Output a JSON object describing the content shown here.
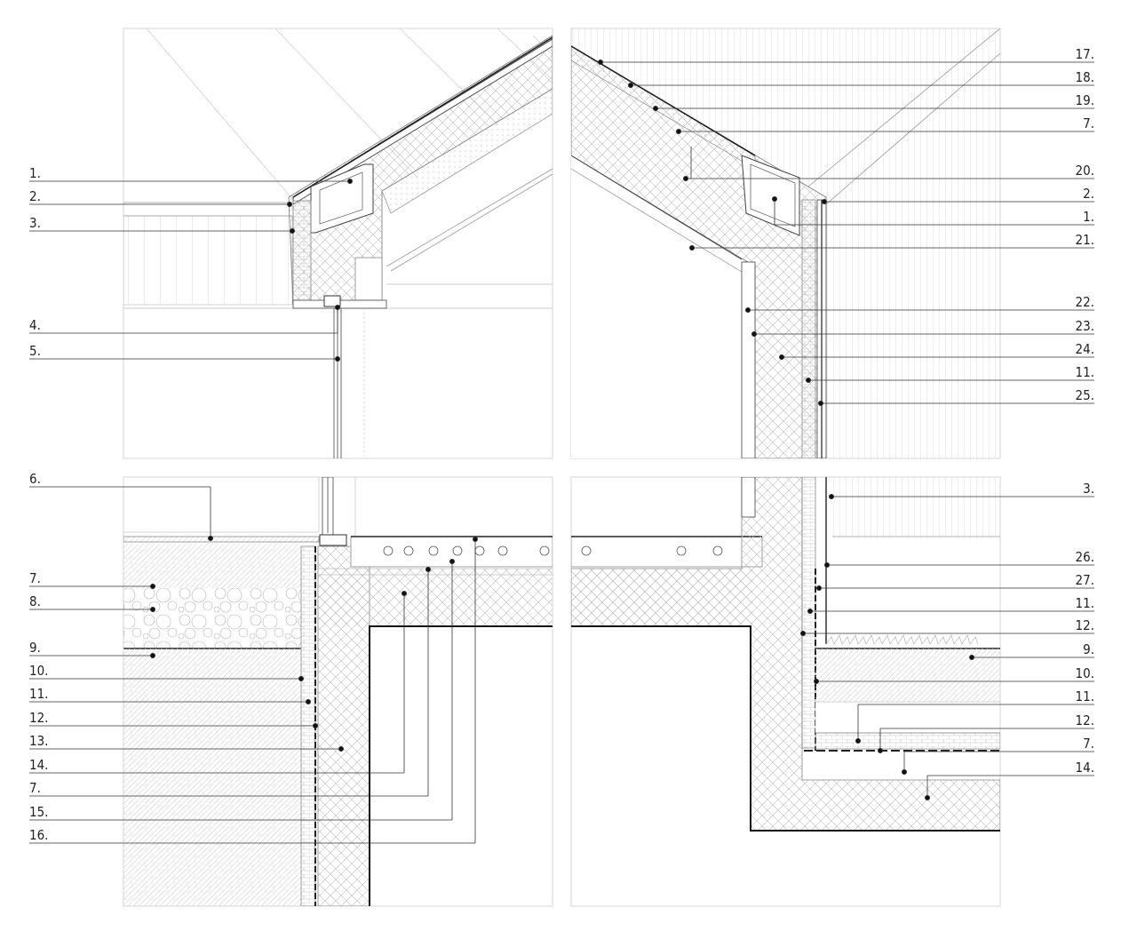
{
  "left_labels": [
    "1.",
    "2.",
    "3.",
    "4.",
    "5.",
    "6.",
    "7.",
    "8.",
    "9.",
    "10.",
    "11.",
    "12.",
    "13.",
    "14.",
    "7.",
    "15.",
    "16."
  ],
  "right_labels": [
    "17.",
    "18.",
    "19.",
    "7.",
    "20.",
    "2.",
    "1.",
    "21.",
    "22.",
    "23.",
    "24.",
    "11.",
    "25.",
    "3.",
    "26.",
    "27.",
    "11.",
    "12.",
    "9.",
    "10.",
    "11.",
    "12.",
    "7.",
    "14."
  ]
}
